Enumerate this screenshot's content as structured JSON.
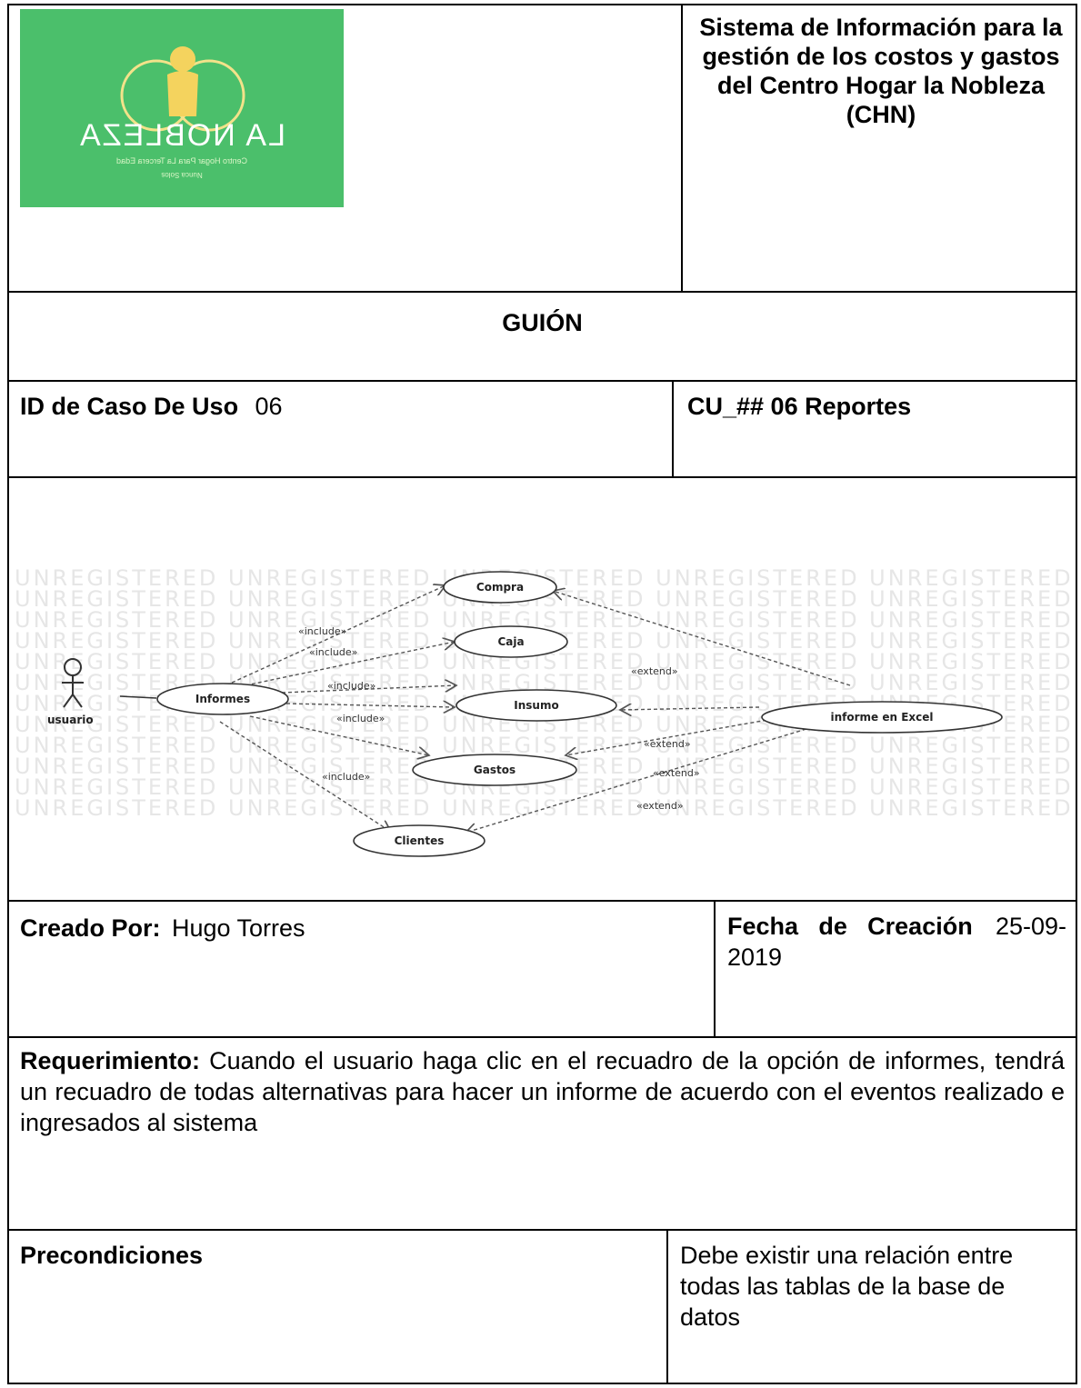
{
  "header": {
    "logo_text": "LA NOBLEZA",
    "logo_subtitle": "Centro Hogar Para La Tercera Edad",
    "logo_tagline": "Nunca Solos",
    "system_title": "Sistema de Información para la gestión de los costos y gastos del Centro Hogar la Nobleza (CHN)"
  },
  "guion": {
    "label": "GUIÓN"
  },
  "use_case": {
    "id_label": "ID de Caso De Uso",
    "id_value": "06",
    "name": "CU_## 06 Reportes"
  },
  "diagram": {
    "watermark": "UNREGISTERED",
    "actor": "usuario",
    "use_cases": {
      "informes": "Informes",
      "compra": "Compra",
      "caja": "Caja",
      "insumo": "Insumo",
      "gastos": "Gastos",
      "clientes": "Clientes",
      "excel": "informe en Excel"
    },
    "include_label": "«include»",
    "extend_label": "«extend»"
  },
  "created": {
    "by_label": "Creado Por:",
    "by_value": "Hugo Torres",
    "date_label": "Fecha de Creación",
    "date_value": "25-09-2019"
  },
  "requirement": {
    "label": "Requerimiento:",
    "text": "Cuando el usuario haga clic en el recuadro de la opción de informes, tendrá un recuadro de todas alternativas para  hacer un informe de acuerdo con el eventos realizado e ingresados al sistema"
  },
  "preconditions": {
    "label": "Precondiciones",
    "text": "Debe existir una relación entre todas las tablas de la base de datos"
  }
}
